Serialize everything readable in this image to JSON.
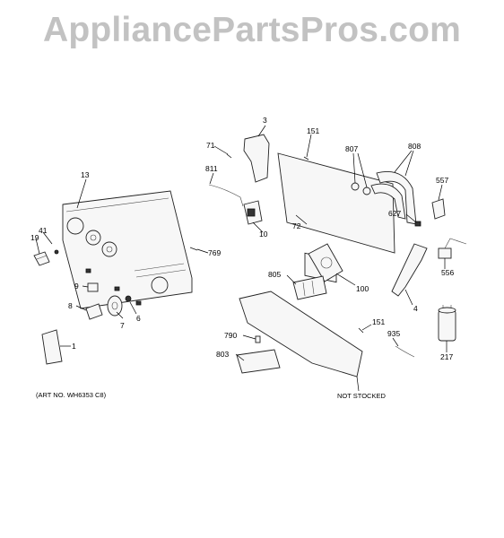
{
  "watermark": "AppliancePartsPros.com",
  "art_number": "(ART NO. WH6353 C8)",
  "not_stocked_label": "NOT STOCKED",
  "part_labels": {
    "p3": "3",
    "p151a": "151",
    "p807": "807",
    "p808": "808",
    "p71": "71",
    "p811": "811",
    "p13": "13",
    "p557": "557",
    "p627": "627",
    "p72": "72",
    "p10": "10",
    "p41": "41",
    "p19": "19",
    "p769": "769",
    "p556": "556",
    "p805": "805",
    "p100": "100",
    "p9": "9",
    "p8": "8",
    "p6": "6",
    "p7": "7",
    "p4": "4",
    "p151b": "151",
    "p790": "790",
    "p935": "935",
    "p1": "1",
    "p803": "803",
    "p217": "217"
  }
}
